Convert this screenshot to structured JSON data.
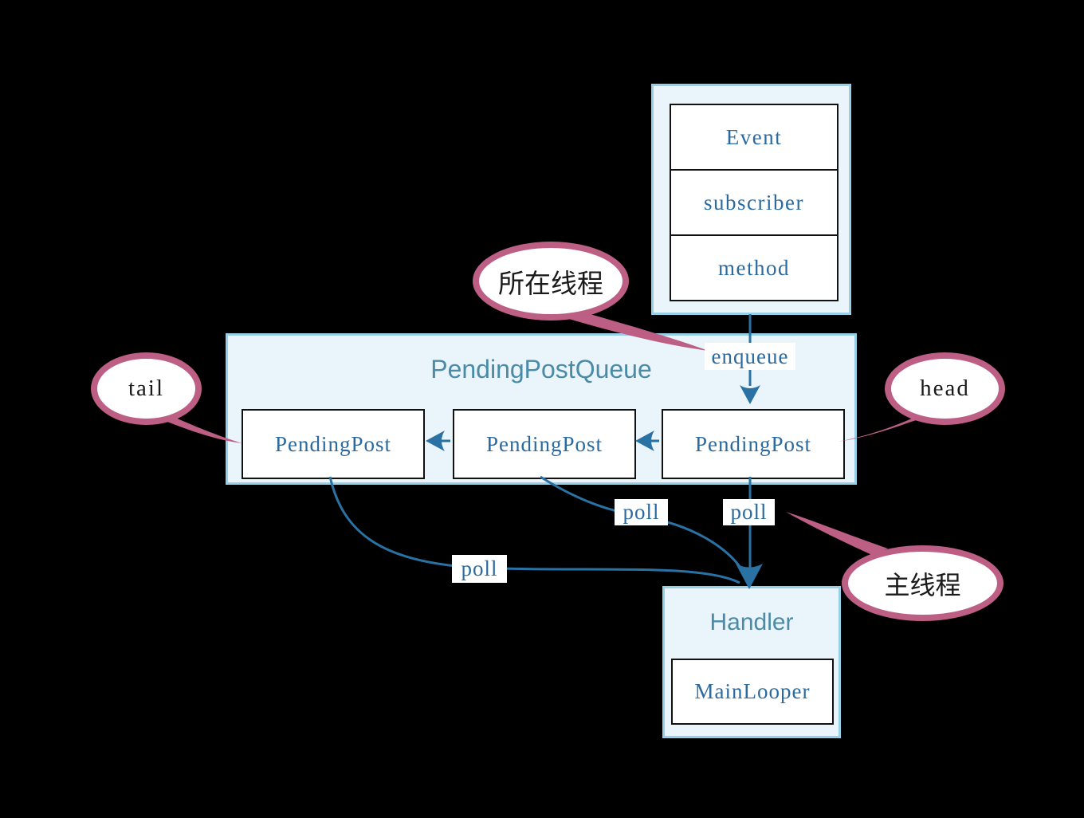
{
  "colors": {
    "background": "#000000",
    "container_fill": "#e9f4fb",
    "container_border": "#96d0e8",
    "node_border": "#111111",
    "arrow": "#2a72a4",
    "label_text": "#2b6a9e",
    "title_text": "#4b8ba6",
    "bubble_border": "#bd5f84",
    "bubble_text": "#1a1a1a"
  },
  "event_struct": {
    "rows": [
      "Event",
      "subscriber",
      "method"
    ]
  },
  "queue": {
    "title": "PendingPostQueue",
    "nodes": [
      "PendingPost",
      "PendingPost",
      "PendingPost"
    ]
  },
  "handler": {
    "title": "Handler",
    "looper": "MainLooper"
  },
  "edge_labels": {
    "enqueue": "enqueue",
    "poll_left": "poll",
    "poll_middle": "poll",
    "poll_right": "poll"
  },
  "callouts": {
    "origin_thread": "所在线程",
    "tail": "tail",
    "head": "head",
    "main_thread": "主线程"
  }
}
